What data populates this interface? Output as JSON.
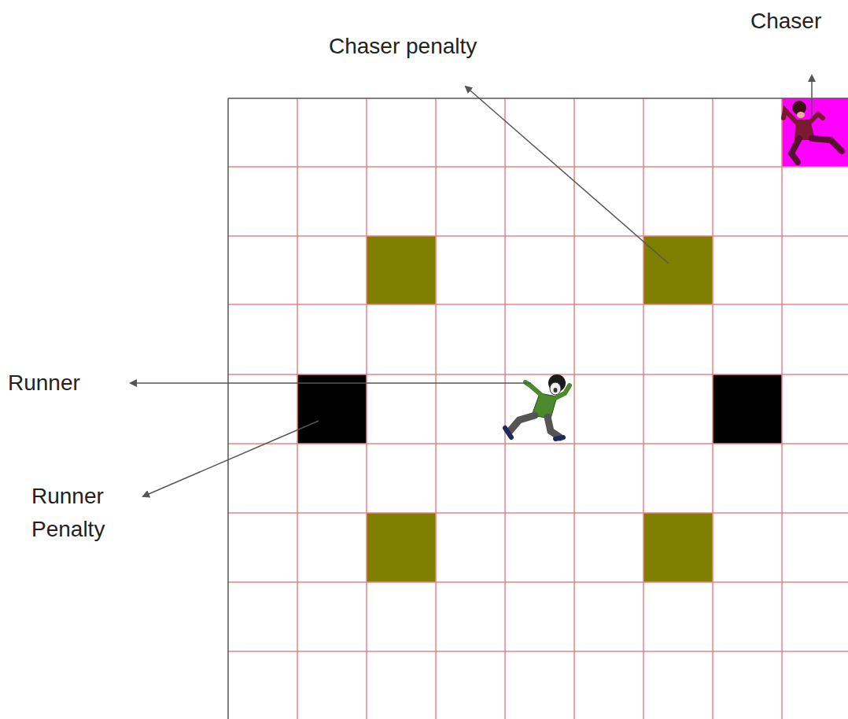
{
  "diagram": {
    "labels": [
      "Chaser",
      "Chaser penalty",
      "Runner",
      "Runner Penalty"
    ]
  }
}
